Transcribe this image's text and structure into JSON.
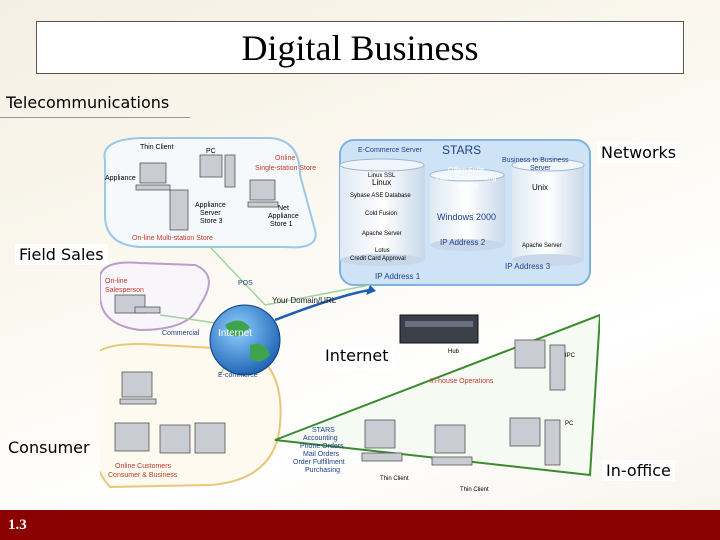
{
  "title": "Digital Business",
  "subtitle": "Telecommunications",
  "labels": {
    "networks": "Networks",
    "field_sales": "Field Sales",
    "internet": "Internet",
    "consumer": "Consumer",
    "in_office": "In-office"
  },
  "footer": {
    "slide_number": "1.3",
    "color": "#8b0000"
  },
  "diagram": {
    "top_left": {
      "thin_client": "Thin Client",
      "pc": "PC",
      "appliance": "Appliance",
      "appliance_server": "Appliance",
      "appliance_server_2": "Server",
      "appliance_server_3": "Store 3",
      "online_single": "Online",
      "online_single_2": "Single-station Store",
      "net_appliance": "Net",
      "net_appliance_2": "Appliance",
      "net_appliance_3": "Store 1",
      "online_multi": "On-line Multi-station Store"
    },
    "server_panel": {
      "ecommerce_server": "E-Commerce Server",
      "stars": "STARS",
      "b2b_server": "Business to Business",
      "b2b_server_2": "Server",
      "linux_ssl": "Linux SSL",
      "linux": "Linux",
      "office_suite": "Office Suite",
      "video_conf": "Video Conferencing",
      "video_conf_2": "Server",
      "unix": "Unix",
      "sybase": "Sybase ASE Database",
      "cold_fusion": "Cold Fusion",
      "apache_1": "Apache Server",
      "windows": "Windows 2000",
      "ip2": "IP Address 2",
      "lotus": "Lotus",
      "credit": "Credit Card Approval",
      "ip1": "IP Address 1",
      "ip3": "IP Address 3",
      "apache_2": "Apache Server"
    },
    "middle": {
      "online_salesperson": "On-line",
      "online_salesperson_2": "Salesperson",
      "pos": "POS",
      "domain_url": "Your Domain/URL",
      "commercial": "Commercial",
      "internet_globe": "Internet",
      "ecommerce": "E-commerce",
      "hub": "Hub",
      "inhouse": "In-house Operations"
    },
    "bottom": {
      "online_customers": "Online Customers",
      "online_customers_2": "Consumer & Business",
      "stars_list": [
        "STARS",
        "Accounting",
        "Phone Orders",
        "Mail Orders",
        "Order Fulfillment",
        "Purchasing"
      ],
      "thin_client_1": "Thin Client",
      "thin_client_2": "Thin Client",
      "ipc": "IPC",
      "pc2": "PC"
    }
  }
}
